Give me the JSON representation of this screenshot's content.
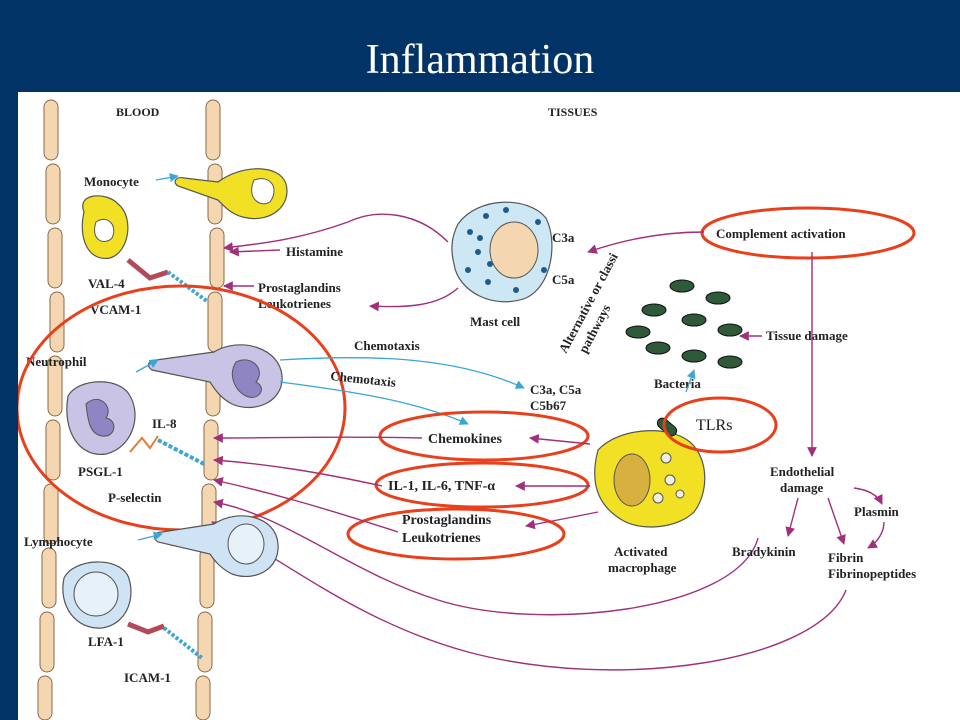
{
  "slide": {
    "title": "Inflammation"
  },
  "diagram": {
    "headers": {
      "blood": "BLOOD",
      "tissues": "TISSUES"
    },
    "labels": {
      "monocyte": "Monocyte",
      "val4": "VAL-4",
      "vcam1": "VCAM-1",
      "histamine": "Histamine",
      "prostaglandins_top": "Prostaglandins",
      "leukotrienes_top": "Leukotrienes",
      "mast_cell": "Mast cell",
      "c3a": "C3a",
      "c5a": "C5a",
      "complement_activation": "Complement activation",
      "pathway_line1": "Alternative or classi",
      "pathway_line2": "pathways",
      "tissue_damage": "Tissue damage",
      "bacteria": "Bacteria",
      "neutrophil": "Neutrophil",
      "chemotaxis_1": "Chemotaxis",
      "chemotaxis_2": "Chemotaxis",
      "il8": "IL-8",
      "psgl1": "PSGL-1",
      "p_selectin": "P-selectin",
      "c3a_c5a": "C3a, C5a",
      "c5b67": "C5b67",
      "chemokines": "Chemokines",
      "cytokines": "IL-1, IL-6, TNF-α",
      "prostaglandins_bottom": "Prostaglandins",
      "leukotrienes_bottom": "Leukotrienes",
      "activated": "Activated",
      "macrophage": "macrophage",
      "endothelial": "Endothelial",
      "damage": "damage",
      "plasmin": "Plasmin",
      "bradykinin": "Bradykinin",
      "fibrin": "Fibrin",
      "fibrinopeptides": "Fibrinopeptides",
      "lymphocyte": "Lymphocyte",
      "lfa1": "LFA-1",
      "icam1": "ICAM-1",
      "tlrs": "TLRs"
    },
    "colors": {
      "background": "#023366",
      "highlight": "#e8401c",
      "arrow_magenta": "#a0307a",
      "arrow_blue": "#3aa6d6",
      "vessel": "#f4d6b0",
      "monocyte": "#f2e024",
      "neutrophil": "#c9c3e6",
      "lymphocyte": "#cfe3f4",
      "bacteria": "#2f5a3a"
    }
  }
}
